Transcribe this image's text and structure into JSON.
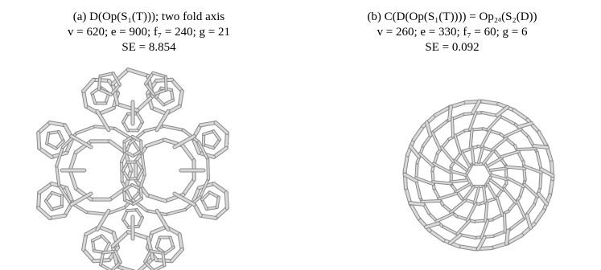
{
  "panels": [
    {
      "caption_lines": [
        "(a) D(Op(S₁(T))); two fold axis",
        "v = 620; e = 900; f₇ = 240; g = 21",
        "SE = 8.854"
      ]
    },
    {
      "caption_lines": [
        "(b) C(D(Op(S₁(T)))) = Op₂ₐ(S₂(D))",
        "v = 260; e = 330; f₇ = 60; g = 6",
        "SE = 0.092"
      ]
    }
  ],
  "colors": {
    "tube_outline": "#8a8a8a",
    "tube_fill": "#d9d9d9",
    "background": "#ffffff"
  }
}
